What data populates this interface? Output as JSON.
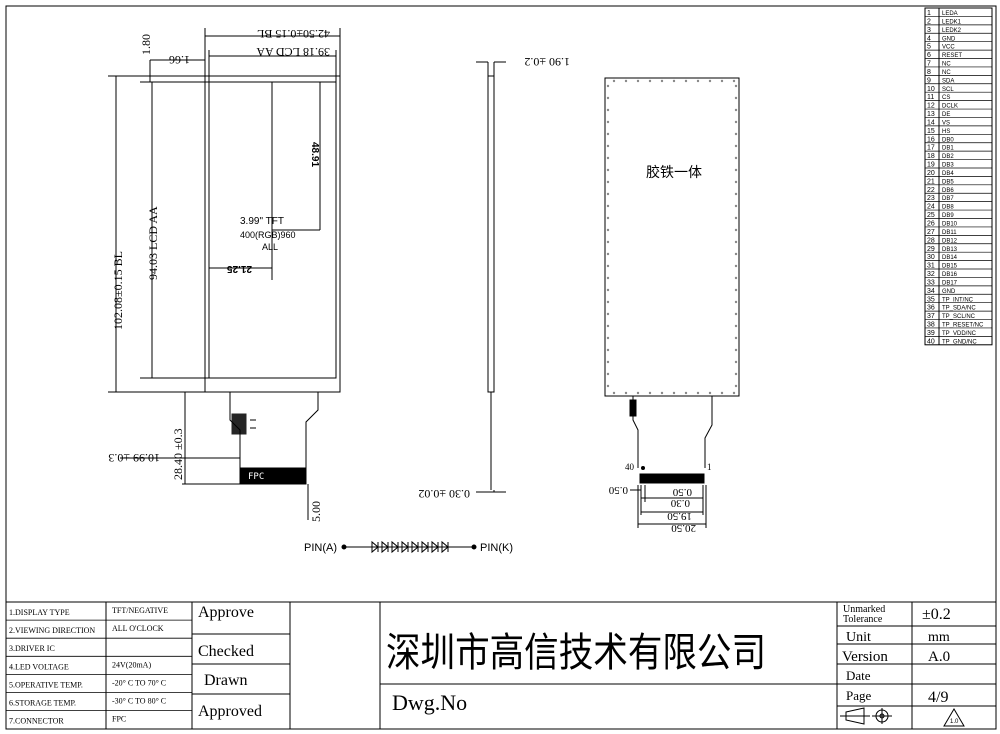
{
  "drawing": {
    "front": {
      "dim_outline_width": "42.50±0.15 BL",
      "dim_aa_width": "39.18 LCD AA",
      "dim_top_offset": "1.80",
      "dim_top_aa_offset": "1.66",
      "dim_outline_height": "102.08±0.15 BL",
      "dim_aa_height": "94.03 LCD AA",
      "dim_center_v": "48.91",
      "dim_center_h": "21.25",
      "panel_label_line1": "3.99\" TFT",
      "panel_label_line2": "400(RGB)960",
      "panel_label_line3": "ALL",
      "dim_fpc_len": "28.40 ±0.3",
      "dim_fpc_offset": "10.99 ±0.3",
      "dim_bottom": "5.00"
    },
    "side": {
      "dim_thickness": "1.90 ±0.2",
      "dim_fpc_thickness": "0.30 ±0.02"
    },
    "back": {
      "note": "胶铁一体",
      "pin_first": "40",
      "pin_last": "1",
      "dim_pitch_offset": "0.50",
      "dim_pitch": "0.50",
      "dim_pad_width": "0.30",
      "dim_pin_span": "19.50",
      "dim_fpc_width": "20.50"
    },
    "pin_diagram": {
      "left": "PIN(A)",
      "right": "PIN(K)"
    }
  },
  "pins": [
    {
      "n": "1",
      "name": "LEDA"
    },
    {
      "n": "2",
      "name": "LEDK1"
    },
    {
      "n": "3",
      "name": "LEDK2"
    },
    {
      "n": "4",
      "name": "GND"
    },
    {
      "n": "5",
      "name": "VCC"
    },
    {
      "n": "6",
      "name": "RESET"
    },
    {
      "n": "7",
      "name": "NC"
    },
    {
      "n": "8",
      "name": "NC"
    },
    {
      "n": "9",
      "name": "SDA"
    },
    {
      "n": "10",
      "name": "SCL"
    },
    {
      "n": "11",
      "name": "CS"
    },
    {
      "n": "12",
      "name": "DCLK"
    },
    {
      "n": "13",
      "name": "DE"
    },
    {
      "n": "14",
      "name": "VS"
    },
    {
      "n": "15",
      "name": "HS"
    },
    {
      "n": "16",
      "name": "DB0"
    },
    {
      "n": "17",
      "name": "DB1"
    },
    {
      "n": "18",
      "name": "DB2"
    },
    {
      "n": "19",
      "name": "DB3"
    },
    {
      "n": "20",
      "name": "DB4"
    },
    {
      "n": "21",
      "name": "DB5"
    },
    {
      "n": "22",
      "name": "DB6"
    },
    {
      "n": "23",
      "name": "DB7"
    },
    {
      "n": "24",
      "name": "DB8"
    },
    {
      "n": "25",
      "name": "DB9"
    },
    {
      "n": "26",
      "name": "DB10"
    },
    {
      "n": "27",
      "name": "DB11"
    },
    {
      "n": "28",
      "name": "DB12"
    },
    {
      "n": "29",
      "name": "DB13"
    },
    {
      "n": "30",
      "name": "DB14"
    },
    {
      "n": "31",
      "name": "DB15"
    },
    {
      "n": "32",
      "name": "DB16"
    },
    {
      "n": "33",
      "name": "DB17"
    },
    {
      "n": "34",
      "name": "GND"
    },
    {
      "n": "35",
      "name": "TP_INT/NC"
    },
    {
      "n": "36",
      "name": "TP_SDA/NC"
    },
    {
      "n": "37",
      "name": "TP_SCL/NC"
    },
    {
      "n": "38",
      "name": "TP_RESET/NC"
    },
    {
      "n": "39",
      "name": "TP_VDD/NC"
    },
    {
      "n": "40",
      "name": "TP_GND/NC"
    }
  ],
  "spec": [
    {
      "label": "1.DISPLAY TYPE",
      "value": "TFT/NEGATIVE"
    },
    {
      "label": "2.VIEWING DIRECTION",
      "value": "ALL  O'CLOCK"
    },
    {
      "label": "3.DRIVER IC",
      "value": ""
    },
    {
      "label": "4.LED  VOLTAGE",
      "value": "24V(20mA)"
    },
    {
      "label": "5.OPERATIVE TEMP.",
      "value": "-20° C TO 70° C"
    },
    {
      "label": "6.STORAGE TEMP.",
      "value": "-30° C TO 80° C"
    },
    {
      "label": "7.CONNECTOR",
      "value": "FPC"
    }
  ],
  "approval": {
    "approve": "Approve",
    "checked": "Checked",
    "drawn": "Drawn",
    "approved": "Approved"
  },
  "company": "深圳市高信技术有限公司",
  "dwg_no_label": "Dwg.No",
  "title_block": {
    "tolerance_label_1": "Unmarked",
    "tolerance_label_2": "Tolerance",
    "tolerance_value": "±0.2",
    "unit_label": "Unit",
    "unit_value": "mm",
    "version_label": "Version",
    "version_value": "A.0",
    "date_label": "Date",
    "page_label": "Page",
    "page_value": "4/9"
  }
}
